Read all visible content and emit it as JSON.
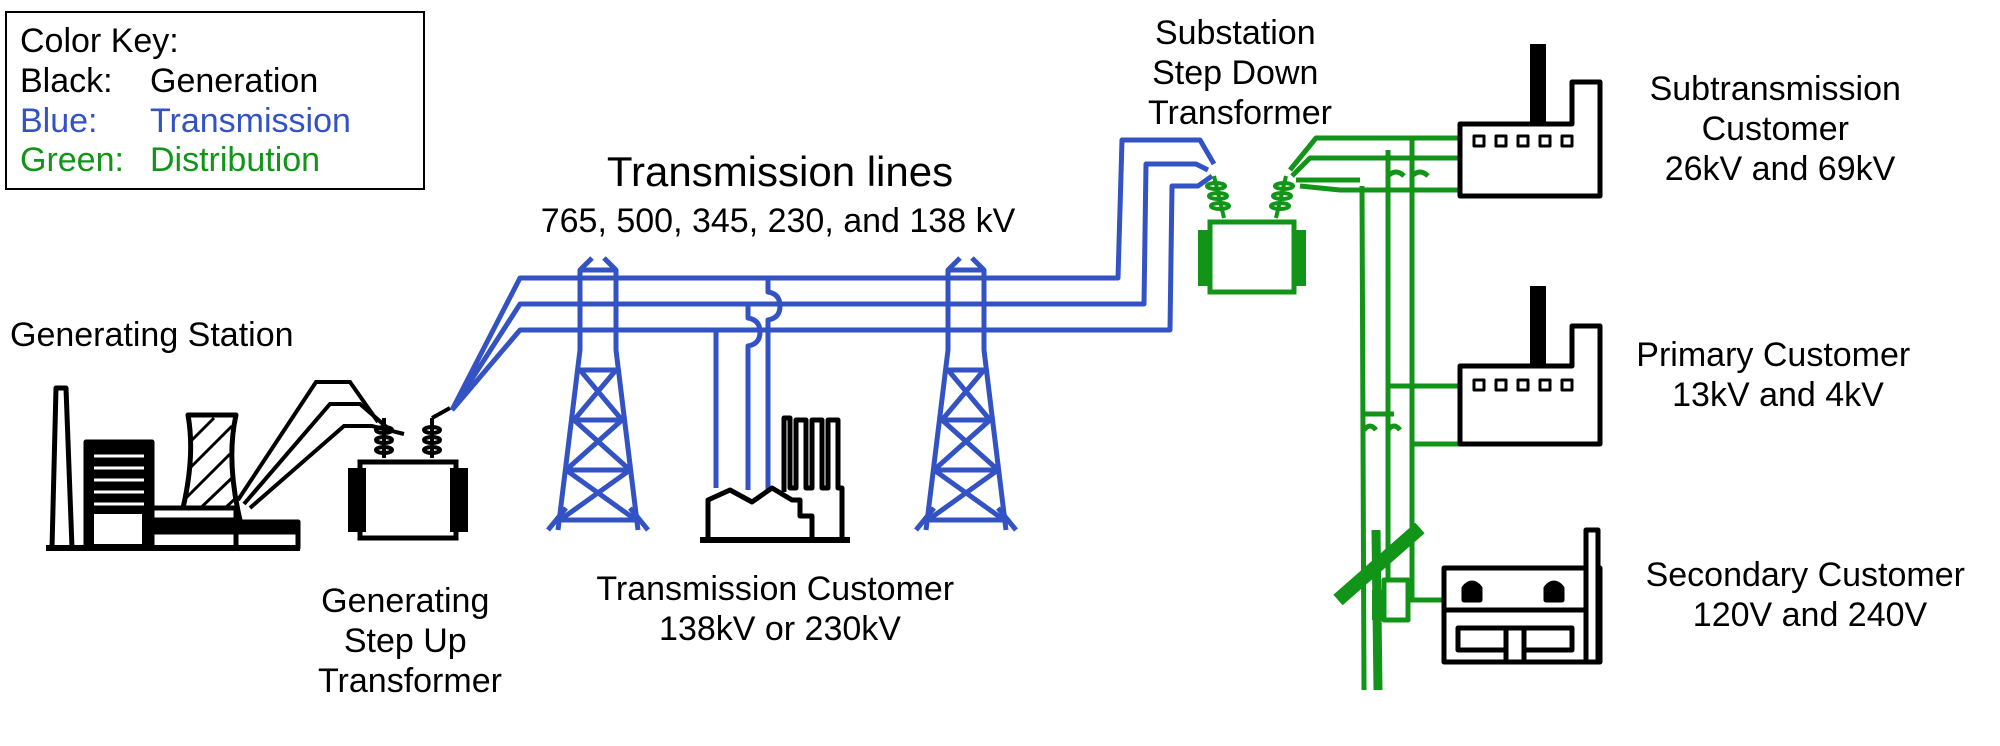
{
  "color_key": {
    "title": "Color Key:",
    "rows": [
      {
        "label": "Black:",
        "value": "Generation",
        "color": "#000000"
      },
      {
        "label": "Blue:",
        "value": "Transmission",
        "color": "#3352c4"
      },
      {
        "label": "Green:",
        "value": "Distribution",
        "color": "#129418"
      }
    ]
  },
  "colors": {
    "generation": "#000000",
    "transmission": "#3352c4",
    "distribution": "#129418"
  },
  "labels": {
    "generating_station": "Generating Station",
    "step_up": [
      "Generating",
      "Step Up",
      "Transformer"
    ],
    "transmission_lines_title": "Transmission lines",
    "transmission_lines_voltages": "765, 500, 345, 230, and 138 kV",
    "transmission_customer": [
      "Transmission Customer",
      "138kV or 230kV"
    ],
    "substation": [
      "Substation",
      "Step Down",
      "Transformer"
    ],
    "subtransmission_customer": [
      "Subtransmission",
      "Customer",
      "26kV and 69kV"
    ],
    "primary_customer": [
      "Primary Customer",
      "13kV and 4kV"
    ],
    "secondary_customer": [
      "Secondary Customer",
      "120V and 240V"
    ]
  }
}
